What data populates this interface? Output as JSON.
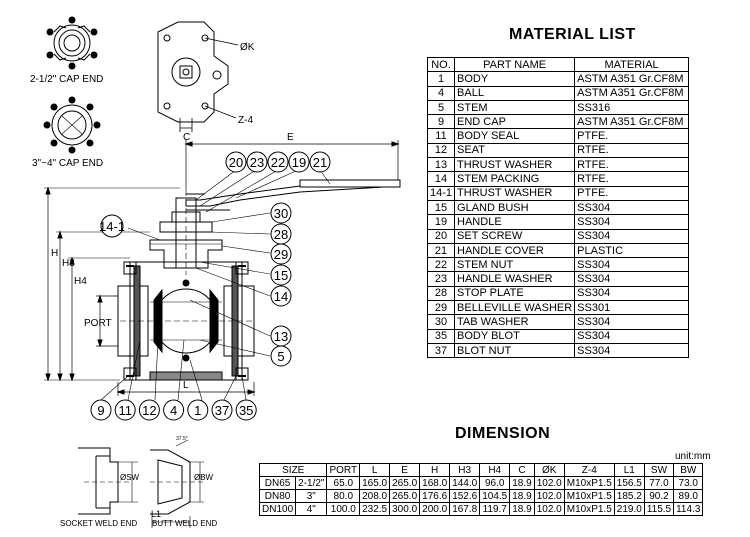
{
  "titles": {
    "material_list": "MATERIAL LIST",
    "dimension": "DIMENSION",
    "unit": "unit:mm"
  },
  "material_headers": [
    "NO.",
    "PART NAME",
    "MATERIAL"
  ],
  "materials": [
    [
      "1",
      "BODY",
      "ASTM A351 Gr.CF8M"
    ],
    [
      "4",
      "BALL",
      "ASTM A351 Gr.CF8M"
    ],
    [
      "5",
      "STEM",
      "SS316"
    ],
    [
      "9",
      "END CAP",
      "ASTM A351 Gr.CF8M"
    ],
    [
      "11",
      "BODY SEAL",
      "PTFE."
    ],
    [
      "12",
      "SEAT",
      "RTFE."
    ],
    [
      "13",
      "THRUST WASHER",
      "RTFE."
    ],
    [
      "14",
      "STEM PACKING",
      "RTFE."
    ],
    [
      "14-1",
      "THRUST WASHER",
      "PTFE."
    ],
    [
      "15",
      "GLAND BUSH",
      "SS304"
    ],
    [
      "19",
      "HANDLE",
      "SS304"
    ],
    [
      "20",
      "SET SCREW",
      "SS304"
    ],
    [
      "21",
      "HANDLE COVER",
      "PLASTIC"
    ],
    [
      "22",
      "STEM NUT",
      "SS304"
    ],
    [
      "23",
      "HANDLE WASHER",
      "SS304"
    ],
    [
      "28",
      "STOP PLATE",
      "SS304"
    ],
    [
      "29",
      "BELLEVILLE WASHER",
      "SS301"
    ],
    [
      "30",
      "TAB WASHER",
      "SS304"
    ],
    [
      "35",
      "BODY BLOT",
      "SS304"
    ],
    [
      "37",
      "BLOT NUT",
      "SS304"
    ]
  ],
  "dimension_headers": [
    "SIZE",
    "",
    "PORT",
    "L",
    "E",
    "H",
    "H3",
    "H4",
    "C",
    "ØK",
    "Z-4",
    "L1",
    "SW",
    "BW"
  ],
  "dimensions": [
    [
      "DN65",
      "2-1/2\"",
      "65.0",
      "165.0",
      "265.0",
      "168.0",
      "144.0",
      "96.0",
      "18.9",
      "102.0",
      "M10xP1.5",
      "156.5",
      "77.0",
      "73.0"
    ],
    [
      "DN80",
      "3\"",
      "80.0",
      "208.0",
      "265.0",
      "176.6",
      "152.6",
      "104.5",
      "18.9",
      "102.0",
      "M10xP1.5",
      "185.2",
      "90.2",
      "89.0"
    ],
    [
      "DN100",
      "4\"",
      "100.0",
      "232.5",
      "300.0",
      "200.0",
      "167.8",
      "119.7",
      "18.9",
      "102.0",
      "M10xP1.5",
      "219.0",
      "115.5",
      "114.3"
    ]
  ],
  "labels": {
    "cap_end_small": "2-1/2\" CAP END",
    "cap_end_large": "3\"~4\" CAP END",
    "phi_k": "ØK",
    "z4": "Z-4",
    "c": "C",
    "e": "E",
    "h": "H",
    "h3": "H3",
    "h4": "H4",
    "port": "PORT",
    "l": "L",
    "l1": "L1",
    "phi_sw": "ØSW",
    "phi_bw": "ØBW",
    "socket_weld_end": "SOCKET WELD END",
    "butt_weld_end": "BUTT WELD END",
    "bevel_note": "37.5°"
  },
  "balloons_top": [
    "20",
    "23",
    "22",
    "19",
    "21"
  ],
  "balloons_right": [
    "30",
    "28",
    "29",
    "15",
    "14",
    "13",
    "5"
  ],
  "balloons_bottom": [
    "9",
    "11",
    "12",
    "4",
    "1",
    "37",
    "35"
  ],
  "balloon_left": "14-1"
}
